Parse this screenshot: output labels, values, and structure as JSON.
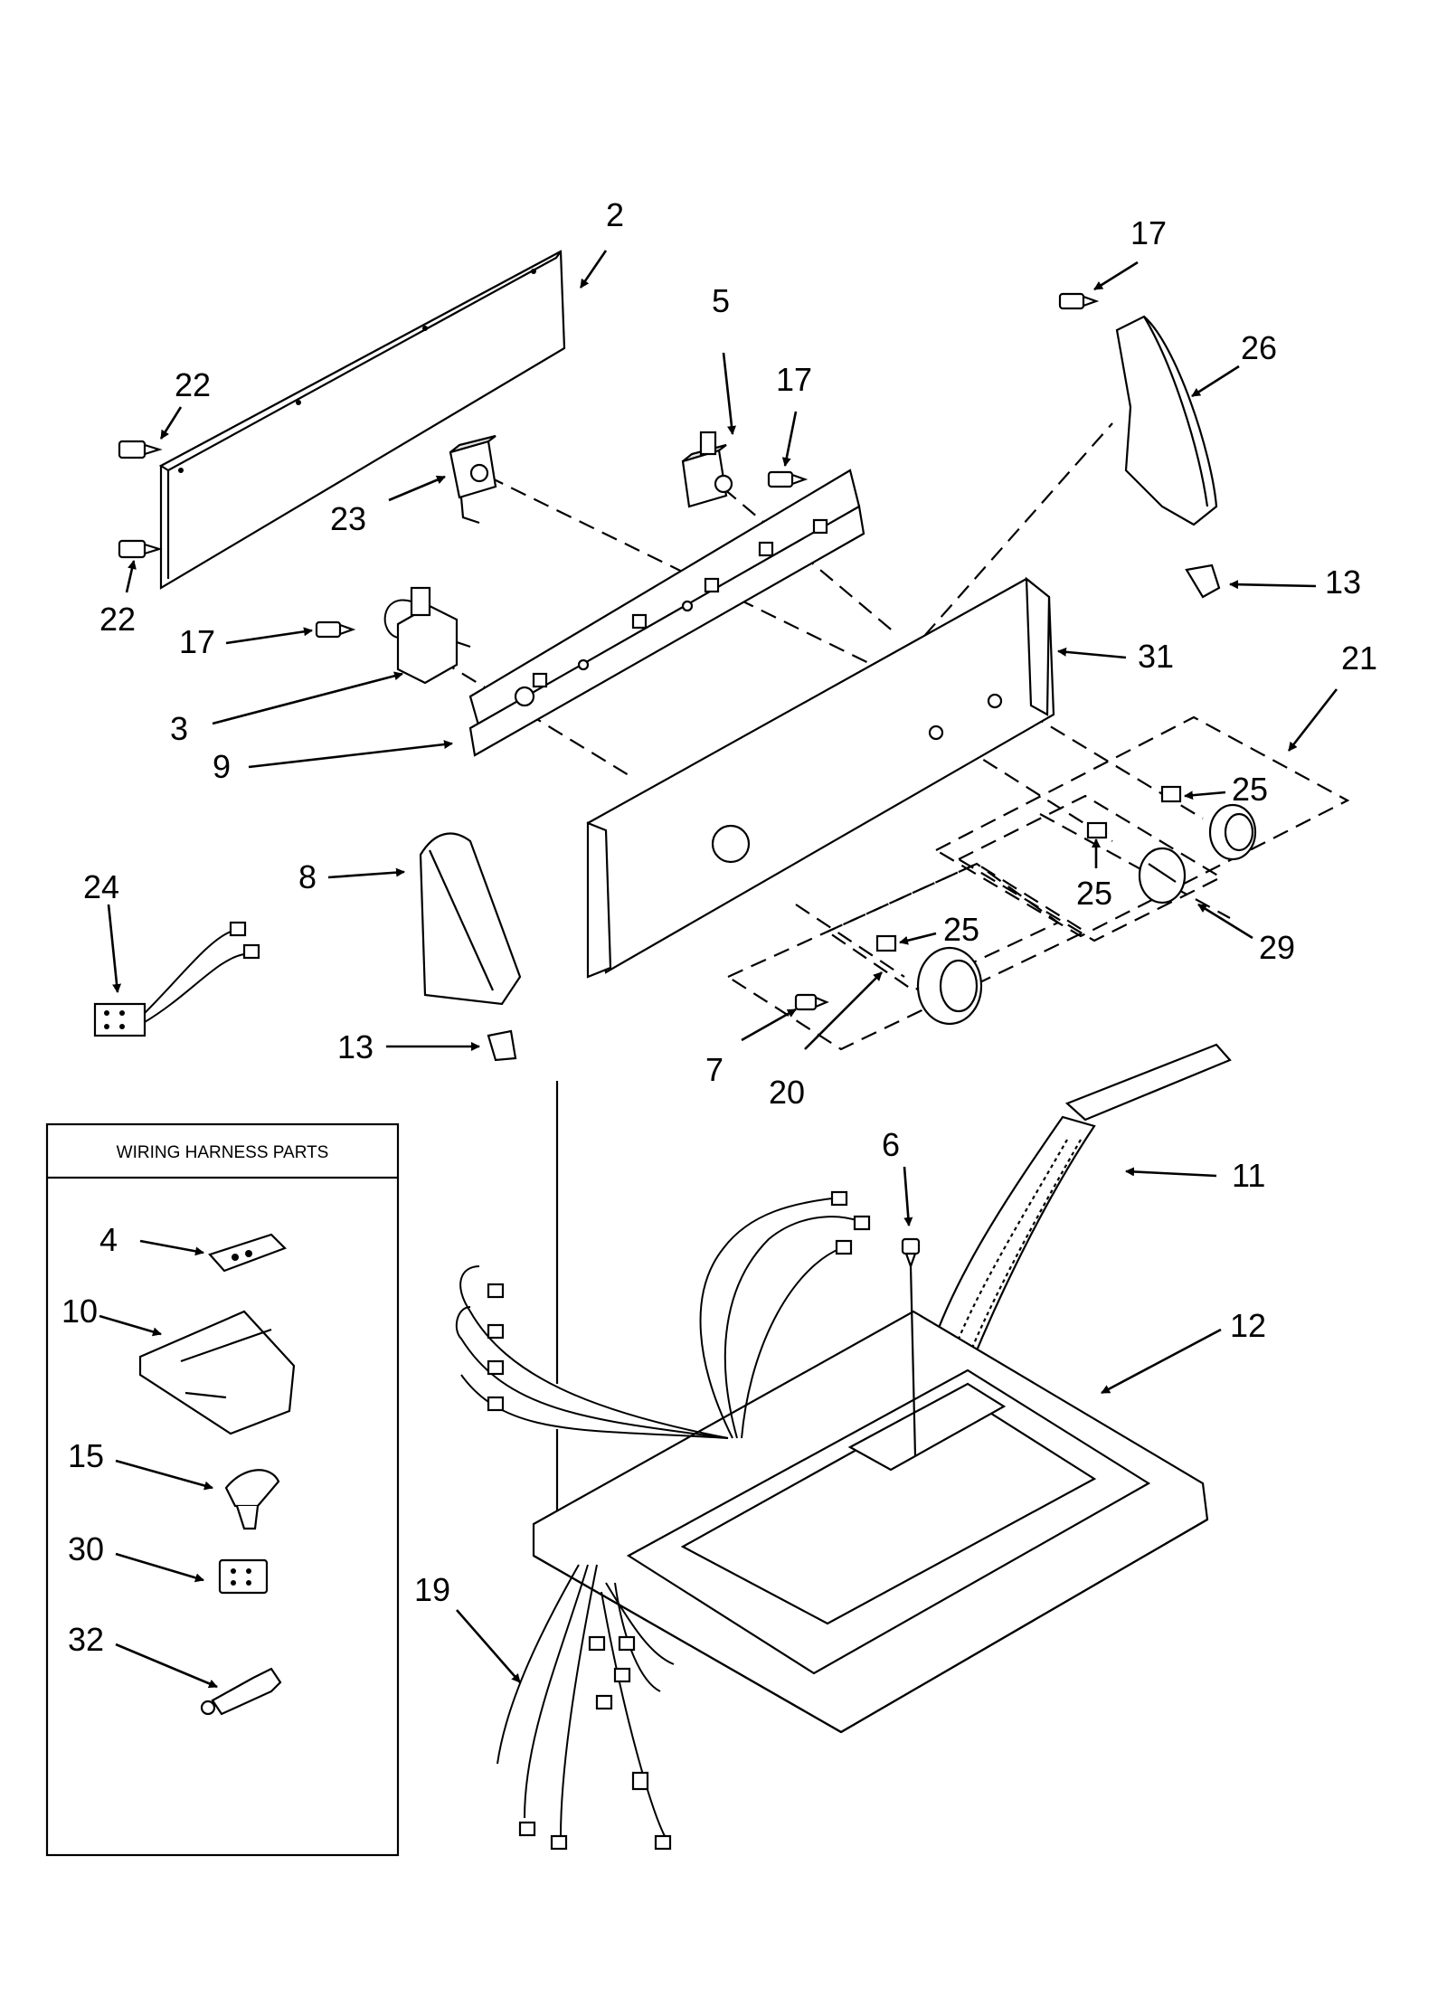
{
  "legend": {
    "title": "WIRING HARNESS PARTS"
  },
  "labels": {
    "p2": "2",
    "p3": "3",
    "p4": "4",
    "p5": "5",
    "p6": "6",
    "p7": "7",
    "p8": "8",
    "p9": "9",
    "p10": "10",
    "p11": "11",
    "p12": "12",
    "p13a": "13",
    "p13b": "13",
    "p15": "15",
    "p17a": "17",
    "p17b": "17",
    "p17c": "17",
    "p19": "19",
    "p20": "20",
    "p21": "21",
    "p22a": "22",
    "p22b": "22",
    "p23": "23",
    "p24": "24",
    "p25a": "25",
    "p25b": "25",
    "p25c": "25",
    "p26": "26",
    "p29": "29",
    "p30": "30",
    "p31": "31",
    "p32": "32"
  }
}
